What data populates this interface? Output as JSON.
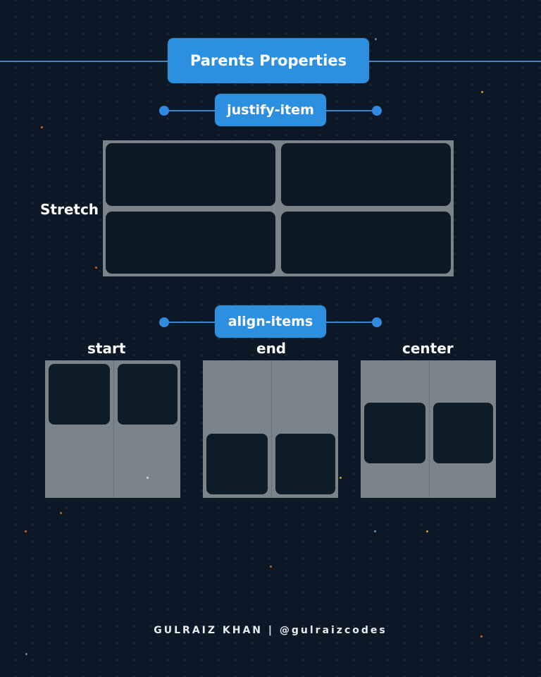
{
  "header": {
    "title": "Parents Properties"
  },
  "sections": {
    "justify": {
      "label": "justify-item"
    },
    "align": {
      "label": "align-items"
    }
  },
  "stretch_demo": {
    "label": "Stretch"
  },
  "align_demos": [
    {
      "label": "start",
      "alignment": "start"
    },
    {
      "label": "end",
      "alignment": "end"
    },
    {
      "label": "center",
      "alignment": "center"
    }
  ],
  "footer": {
    "credit": "GULRAIZ KHAN | @gulraizcodes"
  },
  "colors": {
    "background": "#0c1825",
    "accent": "#2c8fe0",
    "grid_gray": "#7d8489",
    "item_dark": "#0e1c27"
  }
}
